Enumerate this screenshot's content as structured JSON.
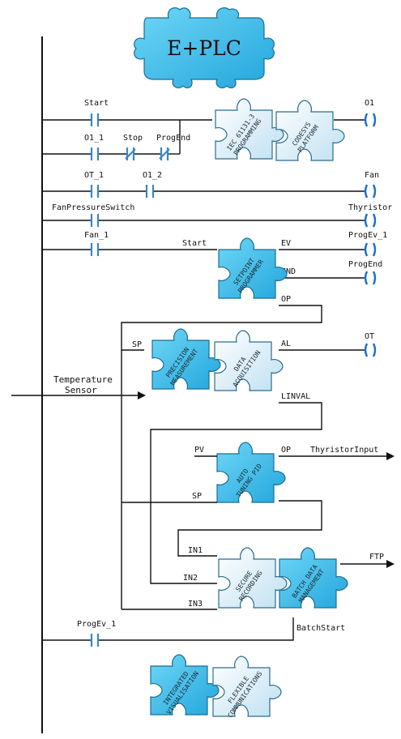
{
  "header": {
    "title": "E+PLC"
  },
  "rungs": {
    "start": "Start",
    "o1": "O1",
    "o1_1": "O1_1",
    "stop": "Stop",
    "progend": "ProgEnd",
    "ot_1": "OT_1",
    "o1_2": "O1_2",
    "fan": "Fan",
    "fanpressure": "FanPressureSwitch",
    "thyristor": "Thyristor",
    "fan_1": "Fan_1",
    "start_in": "Start",
    "ev": "EV",
    "progev_1": "ProgEv_1",
    "end": "END",
    "progend_out": "ProgEnd",
    "op": "OP",
    "sp": "SP",
    "al": "AL",
    "ot": "OT",
    "temp_line1": "Temperature",
    "temp_line2": "Sensor",
    "linval": "LINVAL",
    "pv": "PV",
    "op2": "OP",
    "thyristorinput": "ThyristorInput",
    "sp2": "SP",
    "in1": "IN1",
    "ftp": "FTP",
    "in2": "IN2",
    "in3": "IN3",
    "progev_1_bottom": "ProgEv_1",
    "batchstart": "BatchStart"
  },
  "puzzles": {
    "iec_1": "IEC 61131-3",
    "iec_2": "PROGRAMMING",
    "codesys_1": "CODESYS",
    "codesys_2": "PLATFORM",
    "setpoint_1": "SETPOINT",
    "setpoint_2": "PROGRAMMER",
    "precision_1": "PRECISION",
    "precision_2": "MEASUREMENT",
    "data_1": "DATA",
    "data_2": "ACQUISITION",
    "auto_1": "AUTO",
    "auto_2": "TUNING PID",
    "secure_1": "SECURE",
    "secure_2": "RECORDING",
    "batch_1": "BATCH DATA",
    "batch_2": "MANAGEMENT",
    "integrated_1": "INTEGRATED",
    "integrated_2": "VISUALISATION",
    "flexible_1": "FLEXIBLE",
    "flexible_2": "COMMUNICATIONS"
  },
  "colors": {
    "puzzle_top": "#4cc4ec",
    "puzzle_light": "#e8f4fb",
    "contact": "#3a86c8",
    "coil": "#1f6fd0"
  }
}
